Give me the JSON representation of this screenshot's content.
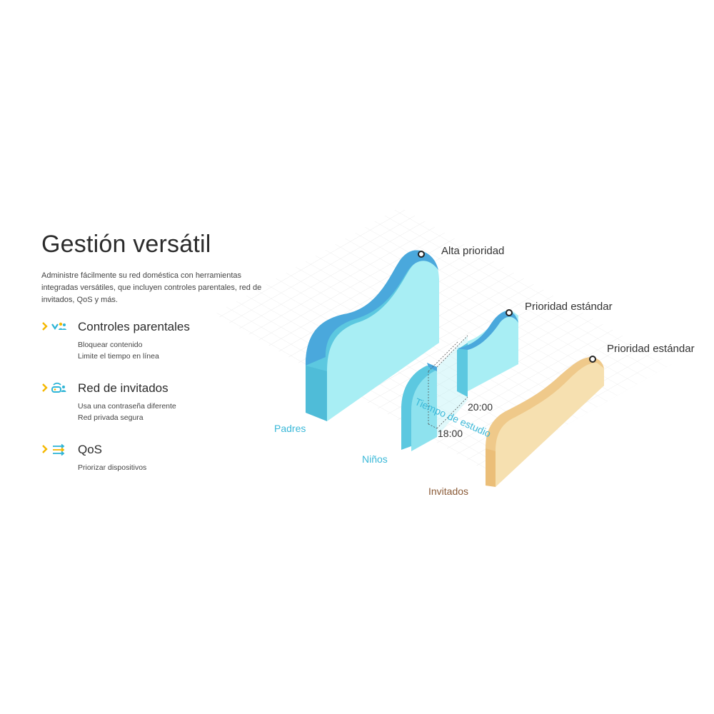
{
  "header": {
    "title": "Gestión versátil",
    "intro": "Administre fácilmente su red doméstica con herramientas integradas versátiles, que incluyen controles parentales, red de invitados, QoS y más."
  },
  "features": [
    {
      "title": "Controles parentales",
      "icon": "parental-controls-icon",
      "lines": [
        "Bloquear contenido",
        "Limite el tiempo en línea"
      ]
    },
    {
      "title": "Red de invitados",
      "icon": "guest-network-icon",
      "lines": [
        "Usa una contraseña diferente",
        "Red privada segura"
      ]
    },
    {
      "title": "QoS",
      "icon": "qos-icon",
      "lines": [
        "Priorizar dispositivos"
      ]
    }
  ],
  "illustration": {
    "groups": {
      "parents": "Padres",
      "kids": "Niños",
      "guests": "Invitados"
    },
    "priorities": {
      "parents": "Alta prioridad",
      "kids": "Prioridad estándar",
      "guests": "Prioridad estándar"
    },
    "study_time_label": "Tiempo de estudio",
    "time_start": "18:00",
    "time_end": "20:00"
  },
  "colors": {
    "accent_yellow": "#f5b800",
    "accent_blue": "#2fb5d6",
    "wave_blue_front": "#a8eef4",
    "wave_blue_side": "#5cc8e0",
    "wave_blue_top": "#4aa8dc",
    "wave_sand_front": "#f6e0b0",
    "wave_sand_side": "#efc98a",
    "label_blue": "#3ab8d8",
    "label_brown": "#8a5a36"
  }
}
